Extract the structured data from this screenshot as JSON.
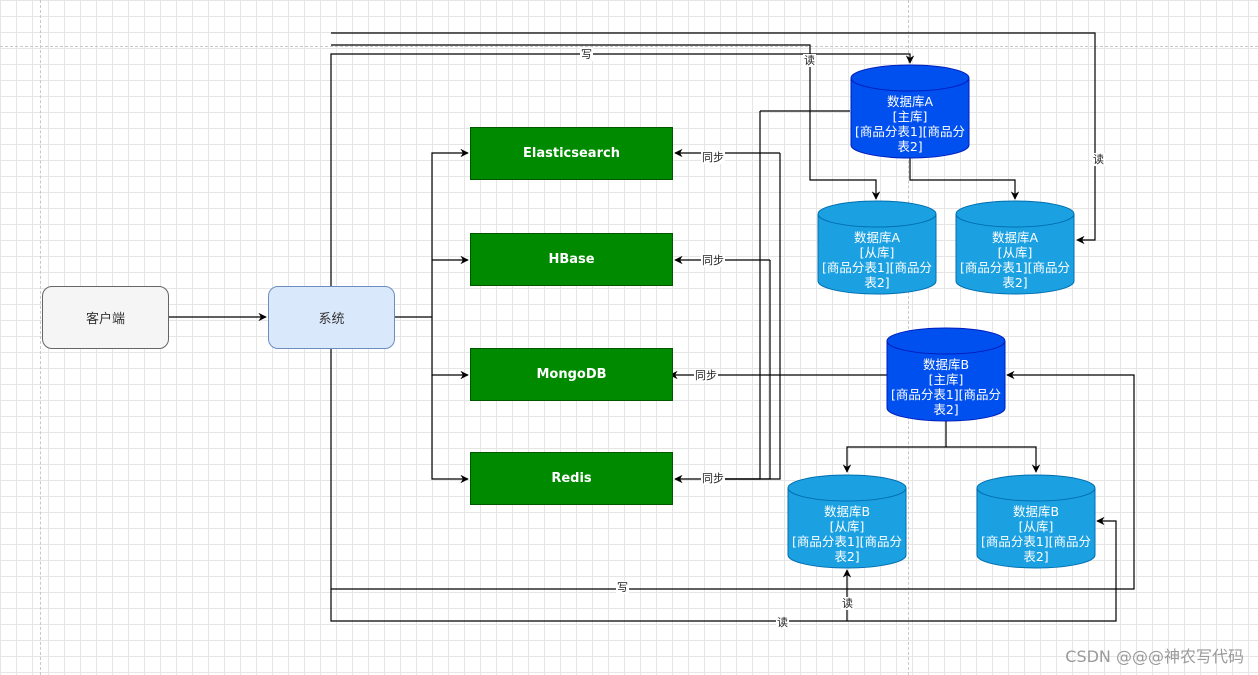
{
  "nodes": {
    "client": "客户端",
    "system": "系统",
    "elasticsearch": "Elasticsearch",
    "hbase": "HBase",
    "mongodb": "MongoDB",
    "redis": "Redis",
    "db_a_master": [
      "数据库A",
      "[主库]",
      "[商品分表1][商品分",
      "表2]"
    ],
    "db_a_slave1": [
      "数据库A",
      "[从库]",
      "[商品分表1][商品分",
      "表2]"
    ],
    "db_a_slave2": [
      "数据库A",
      "[从库]",
      "[商品分表1][商品分",
      "表2]"
    ],
    "db_b_master": [
      "数据库B",
      "[主库]",
      "[商品分表1][商品分",
      "表2]"
    ],
    "db_b_slave1": [
      "数据库B",
      "[从库]",
      "[商品分表1][商品分",
      "表2]"
    ],
    "db_b_slave2": [
      "数据库B",
      "[从库]",
      "[商品分表1][商品分",
      "表2]"
    ]
  },
  "edge_labels": {
    "write": "写",
    "read": "读",
    "sync": "同步"
  },
  "colors": {
    "master_fill": "#0050ef",
    "slave_fill": "#1ba1e2",
    "store_fill": "#008a00",
    "system_fill": "#dae8fc",
    "client_fill": "#f5f5f5"
  },
  "watermark": "CSDN @@@神农写代码"
}
